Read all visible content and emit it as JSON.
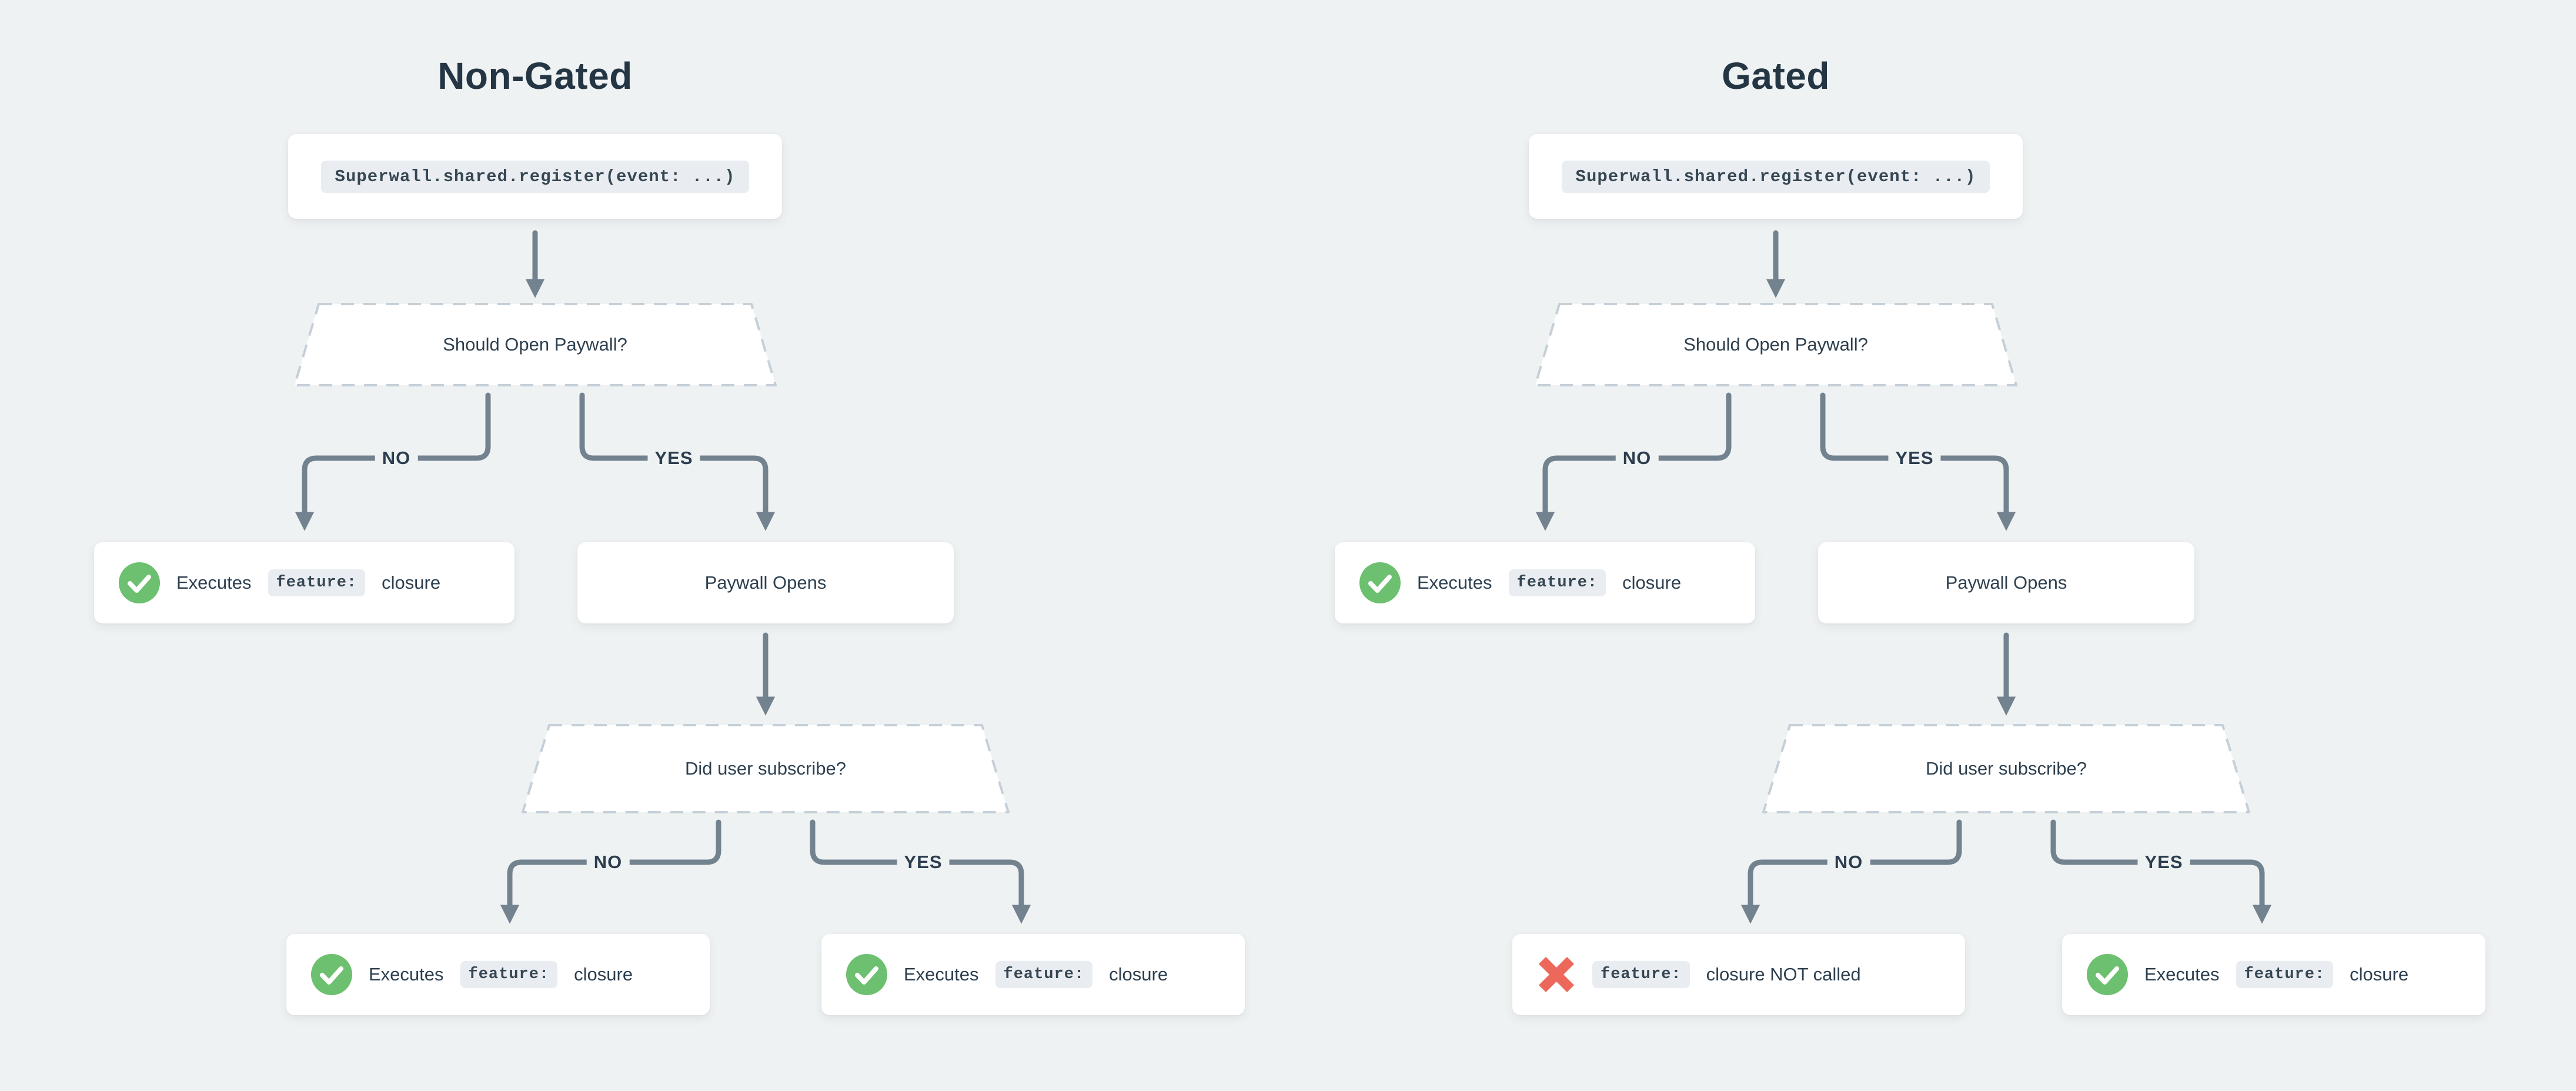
{
  "colors": {
    "page_background": "#eff2f3",
    "card_background": "#ffffff",
    "text_ink": "#2d3f4e",
    "connector": "#73828f",
    "dashed_border": "#c5cfd8",
    "code_chip_background": "#e9edf1",
    "code_chip_text": "#364753",
    "success_green": "#6cc06f",
    "error_red": "#ec685a"
  },
  "charts": [
    {
      "title": "Non-Gated",
      "register_node": {
        "code": "Superwall.shared.register(event: ...)"
      },
      "should_open_paywall": {
        "label": "Should Open Paywall?"
      },
      "paywall_branch": {
        "no": "NO",
        "yes": "YES"
      },
      "no_paywall_result": {
        "icon": "check-circle-icon",
        "prefix": "Executes",
        "code": "feature:",
        "suffix": "closure"
      },
      "paywall_opens": {
        "label": "Paywall Opens"
      },
      "did_user_subscribe": {
        "label": "Did user subscribe?"
      },
      "subscribe_branch": {
        "no": "NO",
        "yes": "YES"
      },
      "not_subscribed_result": {
        "icon": "check-circle-icon",
        "prefix": "Executes",
        "code": "feature:",
        "suffix": "closure"
      },
      "subscribed_result": {
        "icon": "check-circle-icon",
        "prefix": "Executes",
        "code": "feature:",
        "suffix": "closure"
      }
    },
    {
      "title": "Gated",
      "register_node": {
        "code": "Superwall.shared.register(event: ...)"
      },
      "should_open_paywall": {
        "label": "Should Open Paywall?"
      },
      "paywall_branch": {
        "no": "NO",
        "yes": "YES"
      },
      "no_paywall_result": {
        "icon": "check-circle-icon",
        "prefix": "Executes",
        "code": "feature:",
        "suffix": "closure"
      },
      "paywall_opens": {
        "label": "Paywall Opens"
      },
      "did_user_subscribe": {
        "label": "Did user subscribe?"
      },
      "subscribe_branch": {
        "no": "NO",
        "yes": "YES"
      },
      "not_subscribed_result": {
        "icon": "cross-icon",
        "code": "feature:",
        "suffix": "closure NOT called"
      },
      "subscribed_result": {
        "icon": "check-circle-icon",
        "prefix": "Executes",
        "code": "feature:",
        "suffix": "closure"
      }
    }
  ]
}
